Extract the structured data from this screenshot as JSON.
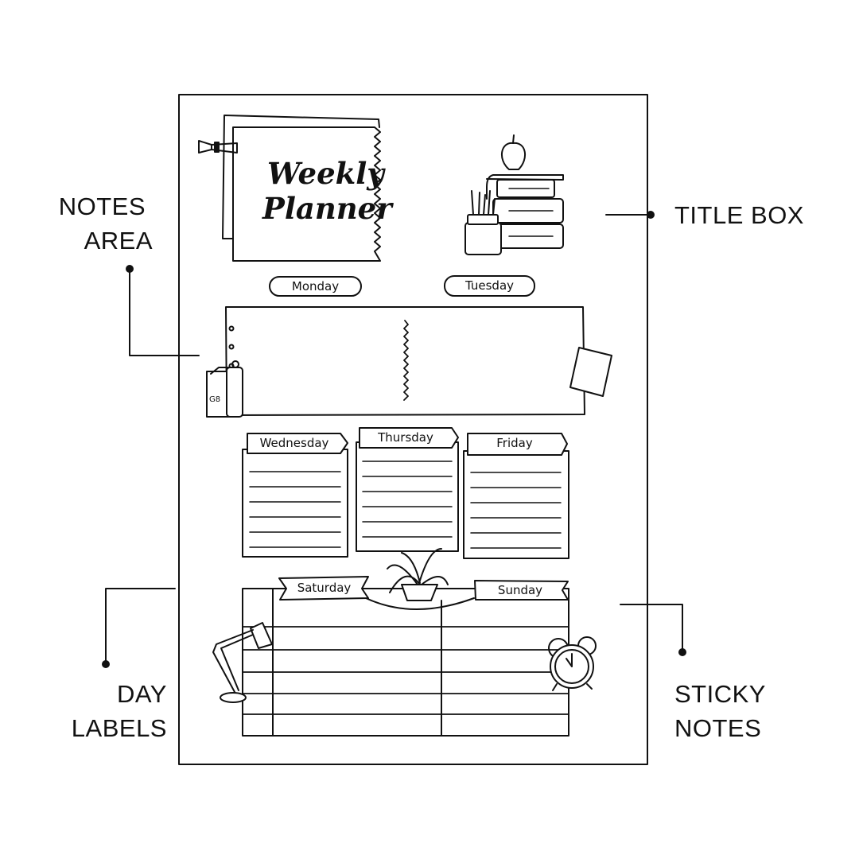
{
  "planner": {
    "title_line1": "Weekly",
    "title_line2": "Planner",
    "days": {
      "monday": "Monday",
      "tuesday": "Tuesday",
      "wednesday": "Wednesday",
      "thursday": "Thursday",
      "friday": "Friday",
      "saturday": "Saturday",
      "sunday": "Sunday"
    }
  },
  "annotations": {
    "notes_area": [
      "NOTES",
      "AREA"
    ],
    "title_box": "TITLE BOX",
    "day_labels": [
      "DAY",
      "LABELS"
    ],
    "sticky_notes": [
      "STICKY",
      "NOTES"
    ]
  },
  "colors": {
    "ink": "#111111",
    "paper": "#ffffff"
  }
}
